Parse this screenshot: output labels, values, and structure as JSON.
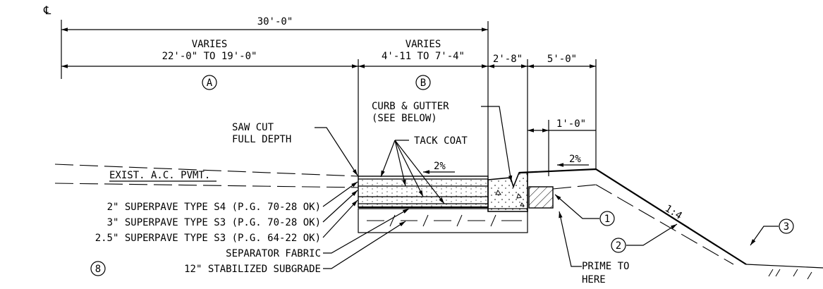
{
  "centerline_symbol": "℄",
  "dimensions": {
    "overall": "30'-0\"",
    "a_varies": "VARIES",
    "a_range": "22'-0\" TO 19'-0\"",
    "b_varies": "VARIES",
    "b_range": "4'-11 TO 7'-4\"",
    "curb_width": "2'-8\"",
    "shoulder_width": "5'-0\"",
    "offset": "1'-0\""
  },
  "zones": {
    "a": "A",
    "b": "B"
  },
  "labels": {
    "curb_gutter_1": "CURB & GUTTER",
    "curb_gutter_2": "(SEE BELOW)",
    "saw_cut_1": "SAW CUT",
    "saw_cut_2": "FULL DEPTH",
    "tack_coat": "TACK COAT",
    "exist_pvmt": "EXIST. A.C. PVMT.",
    "slope_pvmt": "2%",
    "slope_shoulder": "2%",
    "slope_side": "1:4",
    "prime_1": "PRIME TO",
    "prime_2": "HERE"
  },
  "layers": [
    "2\" SUPERPAVE TYPE S4 (P.G. 70-28 OK)",
    "3\" SUPERPAVE TYPE S3 (P.G. 70-28 OK)",
    "2.5\" SUPERPAVE TYPE S3 (P.G. 64-22 OK)",
    "SEPARATOR FABRIC",
    "12\" STABILIZED SUBGRADE"
  ],
  "callouts": {
    "c1": "1",
    "c2": "2",
    "c3": "3",
    "c8": "8"
  }
}
